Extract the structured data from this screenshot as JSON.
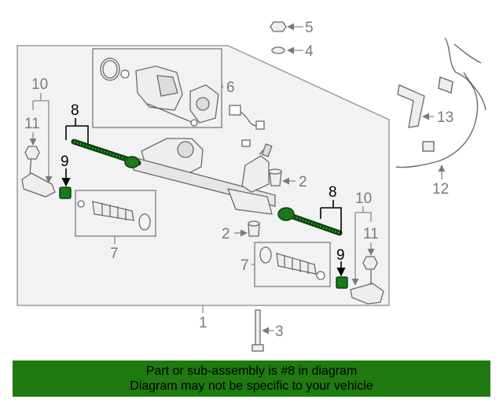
{
  "callouts": {
    "c1": "1",
    "c2a": "2",
    "c2b": "2",
    "c3": "3",
    "c4": "4",
    "c5": "5",
    "c6": "6",
    "c7a": "7",
    "c7b": "7",
    "c8a": "8",
    "c8b": "8",
    "c9a": "9",
    "c9b": "9",
    "c10a": "10",
    "c10b": "10",
    "c11a": "11",
    "c11b": "11",
    "c12": "12",
    "c13": "13"
  },
  "banner": {
    "line1": "Part or sub-assembly is #8 in diagram",
    "line2": "Diagram may not be specific to your vehicle"
  },
  "colors": {
    "banner_bg": "#1f7a10",
    "panel_bg": "#f2f2f2",
    "line": "#8a8a8a",
    "highlight": "#1a7a1a",
    "highlight_dark": "#0d3d0d"
  }
}
